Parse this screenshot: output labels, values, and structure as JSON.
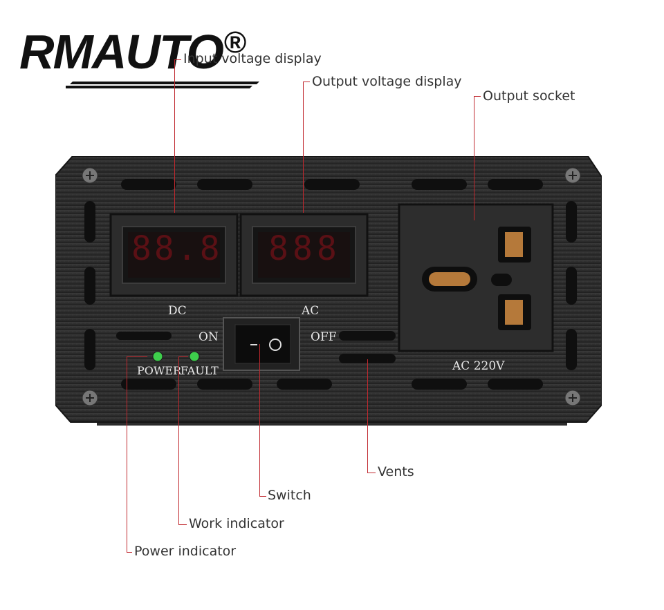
{
  "logo": {
    "text": "RMAUTO",
    "registered": "®"
  },
  "callouts": {
    "input_display": "Input voltage display",
    "output_display": "Output voltage display",
    "output_socket": "Output socket",
    "vents": "Vents",
    "switch": "Switch",
    "work_indicator": "Work indicator",
    "power_indicator": "Power indicator"
  },
  "panel": {
    "dc_label": "DC",
    "ac_label": "AC",
    "on_label": "ON",
    "off_label": "OFF",
    "power_led_label": "POWER",
    "fault_led_label": "FAULT",
    "socket_rating": "AC 220V",
    "dc_readout": "88.8",
    "ac_readout": "888"
  },
  "colors": {
    "callout_line": "#c0282e",
    "panel_body": "#2a2a2a",
    "display_red": "#b0202a",
    "led_green": "#3ecf4c",
    "socket_contact": "#b5793a"
  }
}
